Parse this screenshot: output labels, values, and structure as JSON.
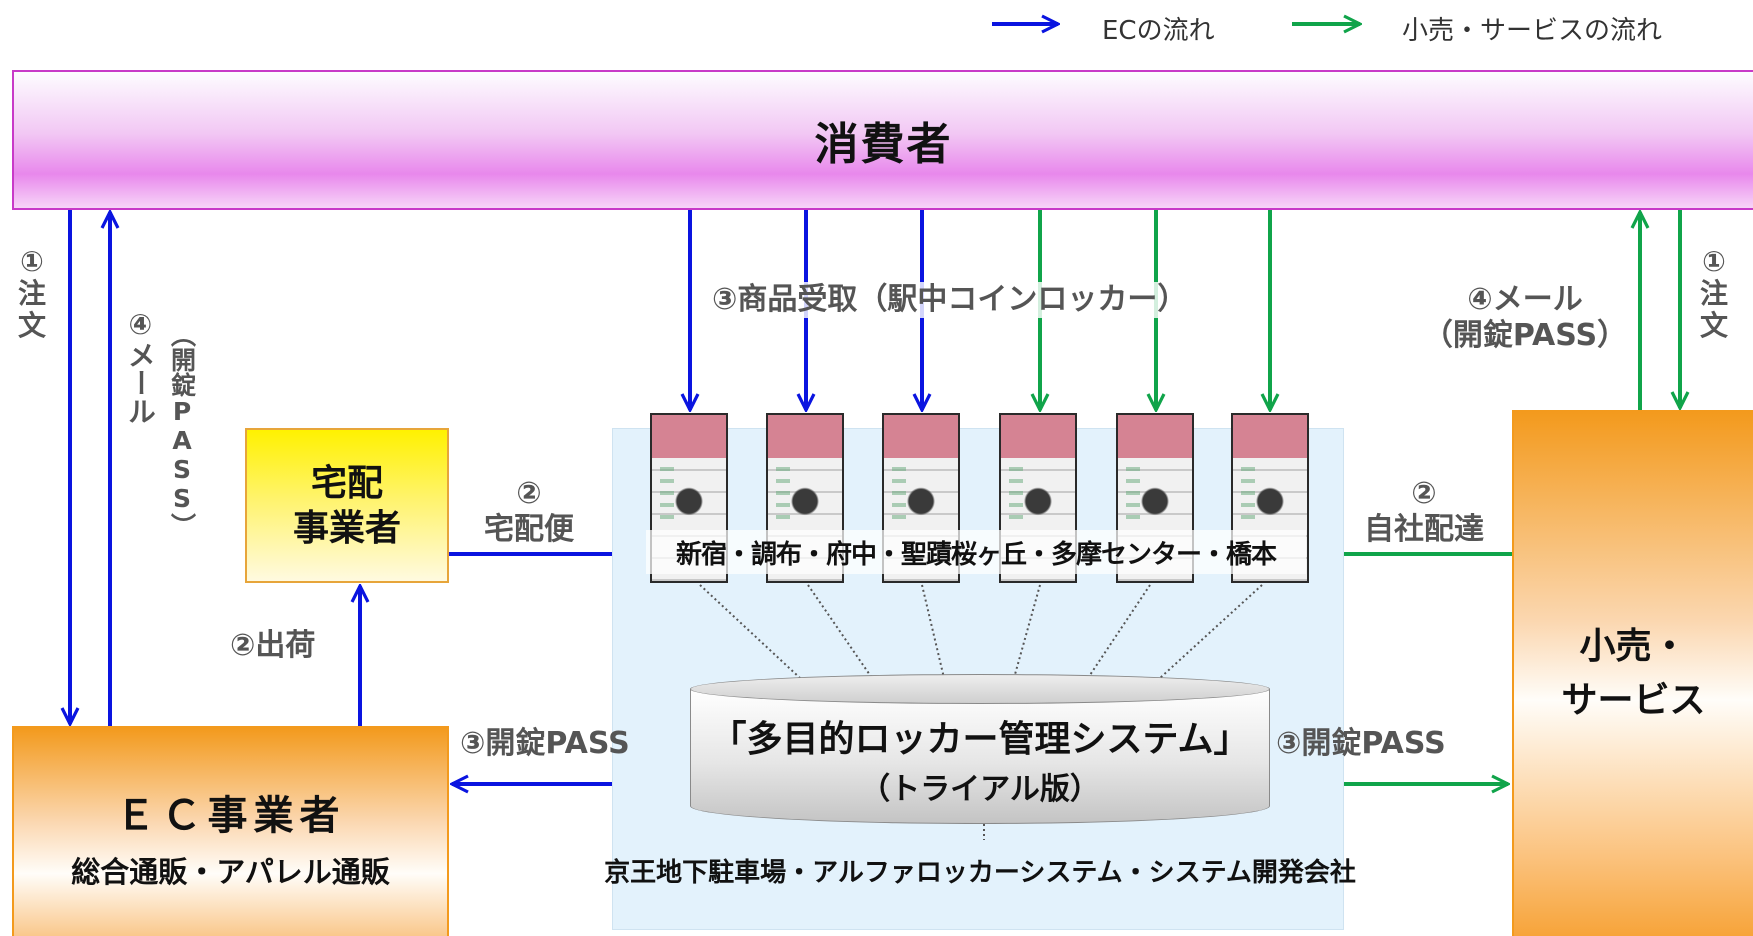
{
  "legend": {
    "ec_flow": "ECの流れ",
    "retail_flow": "小売・サービスの流れ"
  },
  "colors": {
    "ec_arrow": "#0a14e0",
    "retail_arrow": "#10a44a"
  },
  "consumer": {
    "label": "消費者"
  },
  "ec_business": {
    "title": "ＥＣ事業者",
    "subtitle": "総合通販・アパレル通販"
  },
  "delivery_company": {
    "line1": "宅配",
    "line2": "事業者"
  },
  "retail": {
    "line1": "小売・",
    "line2": "サービス"
  },
  "lockers": {
    "pickup_label": "③商品受取（駅中コインロッカー）",
    "stations": "新宿・調布・府中・聖蹟桜ヶ丘・多摩センター・橋本"
  },
  "system": {
    "title": "「多目的ロッカー管理システム」",
    "subtitle": "（トライアル版）",
    "partners": "京王地下駐車場・アルファロッカーシステム・システム開発会社"
  },
  "labels": {
    "left_order_num": "①",
    "left_order_text": [
      "注",
      "文"
    ],
    "left_mail_num": "④",
    "left_mail_text": "メール",
    "left_mail_pass": "（開錠PASS）",
    "shipping": "②出荷",
    "courier_num": "②",
    "courier_text": "宅配便",
    "ec_unlock_pass": "③開錠PASS",
    "retail_unlock_pass": "③開錠PASS",
    "self_delivery_num": "②",
    "self_delivery_text": "自社配達",
    "right_mail": "④メール",
    "right_mail_pass": "（開錠PASS）",
    "right_order_num": "①",
    "right_order_text": [
      "注",
      "文"
    ]
  }
}
